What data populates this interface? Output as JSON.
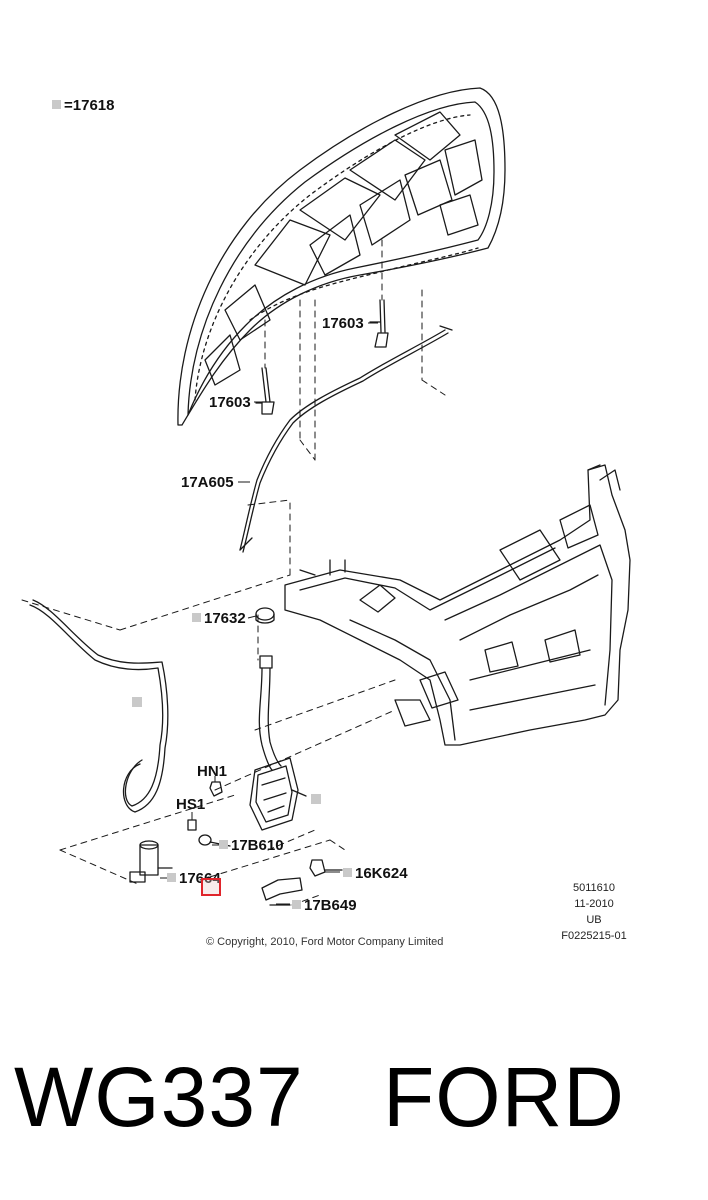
{
  "legend": {
    "code": "17618",
    "equals": "="
  },
  "callouts": {
    "hood_prop_right": "17603",
    "hood_prop_left": "17603",
    "hose_assembly": "17A605",
    "reservoir_cap": "17632",
    "nut": "HN1",
    "screw": "HS1",
    "grommet": "17B610",
    "pump": "17664",
    "bolt_a": "16K624",
    "bolt_b": "17B649"
  },
  "stamp": {
    "line1": "5011610",
    "line2": "11-2010",
    "line3": "UB",
    "line4": "F0225215-01"
  },
  "copyright": "© Copyright, 2010, Ford Motor Company Limited",
  "footer": {
    "part_code": "WG337",
    "brand": "FORD"
  },
  "colors": {
    "line": "#1a1a1a",
    "placeholder": "#c9c9c9",
    "highlight": "#e0242b"
  }
}
